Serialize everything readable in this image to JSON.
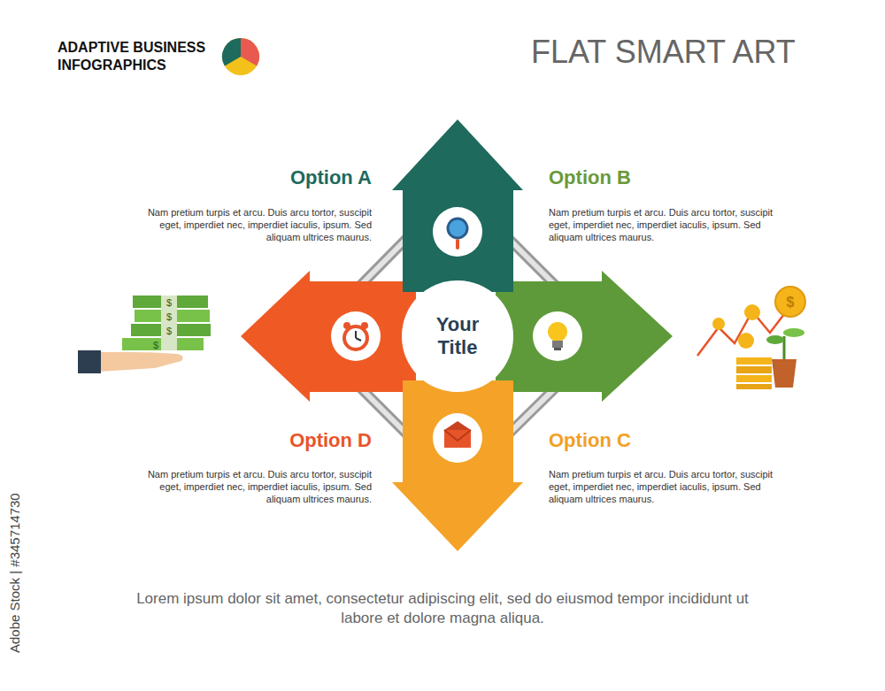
{
  "diagram": {
    "title": "FLAT SMART ART",
    "caption": "Lorem ipsum dolor sit amet, consectetur adipiscing elit, sed do eiusmod tempor incididunt ut labore et dolore magna aliqua.",
    "nodes": [
      {
        "text": [
          "Your Title"
        ]
      }
    ],
    "labels": [
      "ADAPTIVE BUSINESS INFOGRAPHICS",
      "Option A",
      "Nam pretium turpis et arcu. Duis arcu tortor, suscipit eget, imperdiet nec, imperdiet iaculis, ipsum. Sed aliquam ultrices maurus.",
      "Option B",
      "Nam pretium turpis et arcu. Duis arcu tortor, suscipit eget, imperdiet nec, imperdiet iaculis, ipsum. Sed aliquam ultrices maurus.",
      "Option D",
      "Nam pretium turpis et arcu. Duis arcu tortor, suscipit eget, imperdiet nec, imperdiet iaculis, ipsum. Sed aliquam ultrices maurus.",
      "Option C",
      "Nam pretium turpis et arcu. Duis arcu tortor, suscipit eget, imperdiet nec, imperdiet iaculis, ipsum. Sed aliquam ultrices maurus.",
      "Adobe Stock | #345714730"
    ]
  }
}
